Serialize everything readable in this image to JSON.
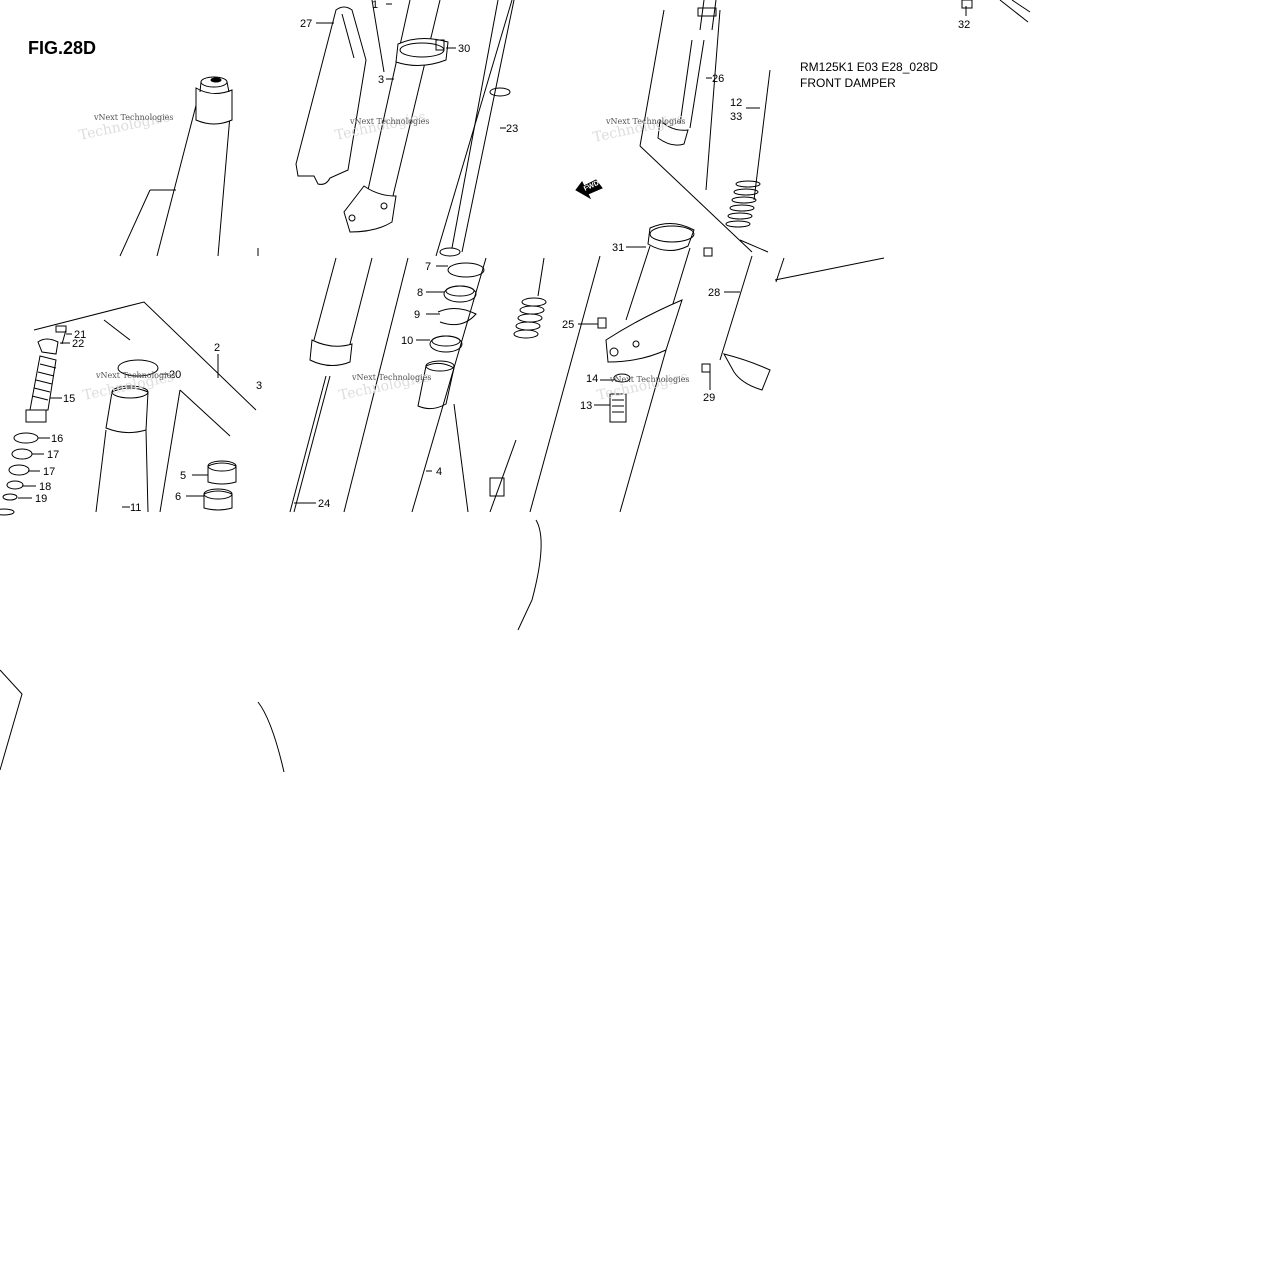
{
  "figure": {
    "title": "FIG.28D",
    "model_code": "RM125K1 E03 E28_028D",
    "section_name": "FRONT DAMPER"
  },
  "watermark": {
    "text": "vNext Technologies",
    "ghost_text": "Technologies"
  },
  "direction_marker": "FWD",
  "callouts": [
    {
      "id": "c1",
      "label": "1"
    },
    {
      "id": "c2",
      "label": "2"
    },
    {
      "id": "c3a",
      "label": "3"
    },
    {
      "id": "c3b",
      "label": "3"
    },
    {
      "id": "c4",
      "label": "4"
    },
    {
      "id": "c5",
      "label": "5"
    },
    {
      "id": "c6",
      "label": "6"
    },
    {
      "id": "c7",
      "label": "7"
    },
    {
      "id": "c8",
      "label": "8"
    },
    {
      "id": "c9",
      "label": "9"
    },
    {
      "id": "c10",
      "label": "10"
    },
    {
      "id": "c11",
      "label": "11"
    },
    {
      "id": "c12",
      "label": "12"
    },
    {
      "id": "c13",
      "label": "13"
    },
    {
      "id": "c14",
      "label": "14"
    },
    {
      "id": "c15",
      "label": "15"
    },
    {
      "id": "c16",
      "label": "16"
    },
    {
      "id": "c17a",
      "label": "17"
    },
    {
      "id": "c17b",
      "label": "17"
    },
    {
      "id": "c18",
      "label": "18"
    },
    {
      "id": "c19",
      "label": "19"
    },
    {
      "id": "c20",
      "label": "20"
    },
    {
      "id": "c21",
      "label": "21"
    },
    {
      "id": "c22",
      "label": "22"
    },
    {
      "id": "c23",
      "label": "23"
    },
    {
      "id": "c24",
      "label": "24"
    },
    {
      "id": "c25",
      "label": "25"
    },
    {
      "id": "c26",
      "label": "26"
    },
    {
      "id": "c27",
      "label": "27"
    },
    {
      "id": "c28",
      "label": "28"
    },
    {
      "id": "c29",
      "label": "29"
    },
    {
      "id": "c30",
      "label": "30"
    },
    {
      "id": "c31",
      "label": "31"
    },
    {
      "id": "c32",
      "label": "32"
    },
    {
      "id": "c33",
      "label": "33"
    }
  ]
}
